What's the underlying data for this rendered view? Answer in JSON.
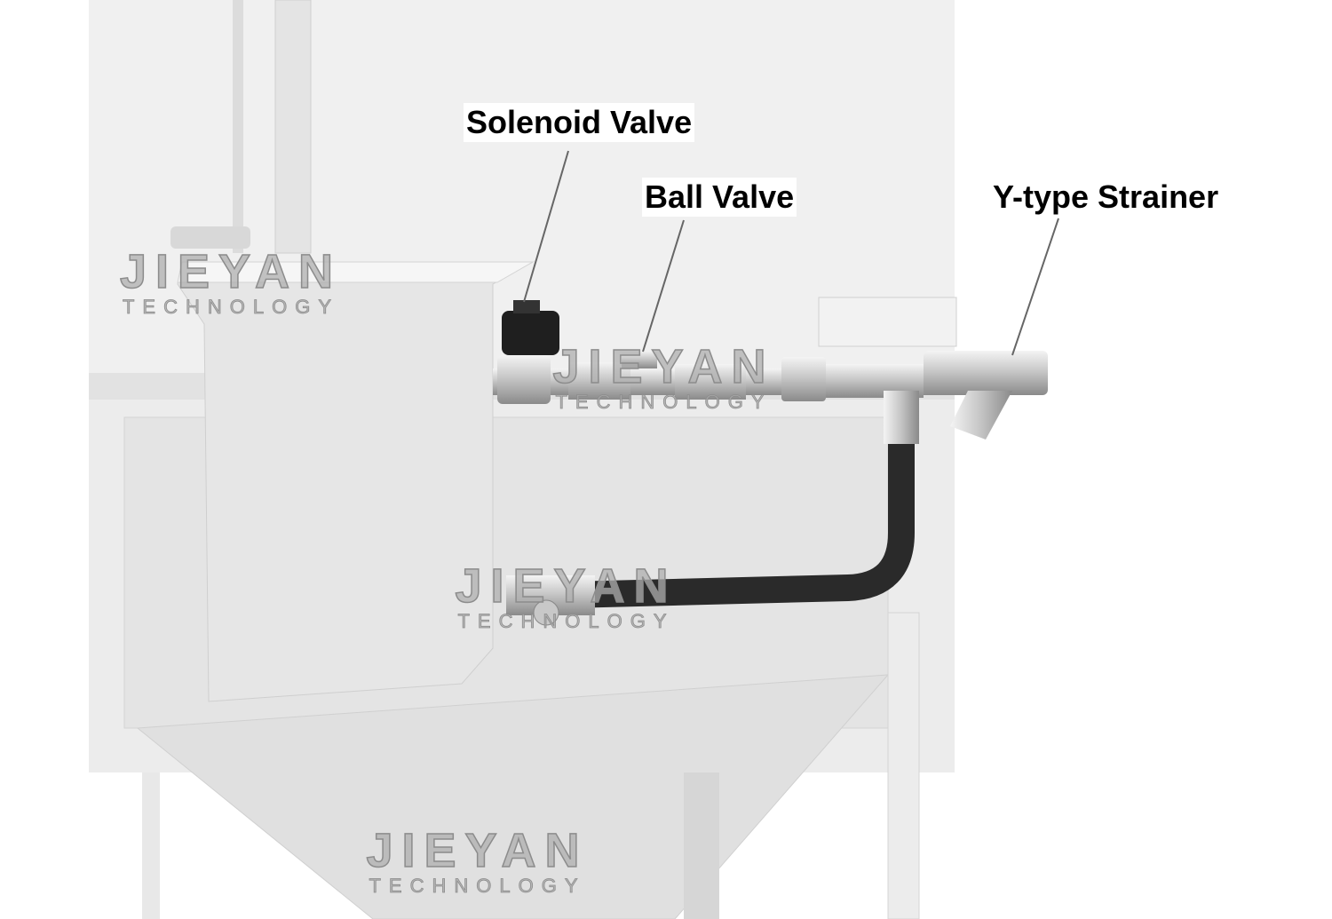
{
  "labels": {
    "solenoid_valve": "Solenoid Valve",
    "ball_valve": "Ball Valve",
    "y_strainer": "Y-type Strainer"
  },
  "watermark": {
    "brand": "JIEYAN",
    "sub": "TECHNOLOGY"
  },
  "colors": {
    "body": "#e9e9e9",
    "shadow": "#cfcfcf",
    "hose": "#2a2a2a",
    "steel": "#bdbdbd"
  }
}
